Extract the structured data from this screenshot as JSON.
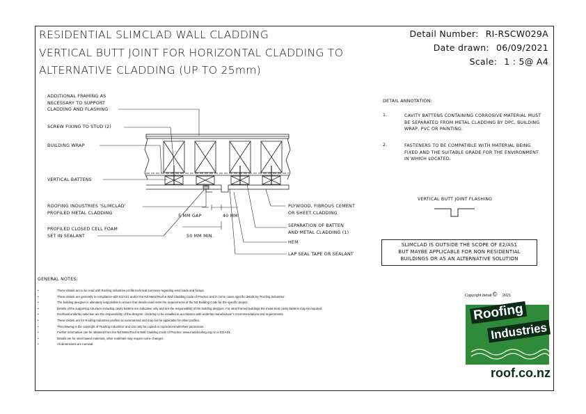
{
  "title": {
    "line1": "RESIDENTIAL SLIMCLAD WALL CLADDING",
    "line2": "VERTICAL BUTT JOINT FOR HORIZONTAL CLADDING TO",
    "line3": "ALTERNATIVE CLADDING (UP TO 25mm)"
  },
  "meta": {
    "detail_number_label": "Detail Number:",
    "detail_number": "RI-RSCW029A",
    "date_label": "Date drawn:",
    "date": "06/09/2021",
    "scale_label": "Scale:",
    "scale": "1 : 5@ A4"
  },
  "labels": {
    "additional_framing": [
      "ADDITIONAL FRAMING AS",
      "NECESSARY TO SUPPORT",
      "CLADDING AND FLASHING"
    ],
    "screw_fixing": "SCREW FIXING TO STUD (2)",
    "building_wrap": "BUILDING WRAP",
    "vertical_battens": "VERTICAL BATTENS",
    "slimclad": [
      "ROOFING INDUSTRIES 'SLIMCLAD'",
      "PROFILED METAL CLADDING"
    ],
    "foam": [
      "PROFILED CLOSED CELL FOAM",
      "SET IN SEALANT"
    ],
    "gap": "5 mm GAP",
    "dim_40": "40 mm",
    "dim_50": "50 mm min.",
    "plywood": [
      "PLYWOOD, FIBROUS CEMENT",
      "OR SHEET CLADDING"
    ],
    "separation": [
      "SEPARATION OF BATTEN",
      "AND METAL CLADDING (1)"
    ],
    "hem": "HEM",
    "lap_seal": "LAP SEAL TAPE OR SEALANT"
  },
  "annotation": {
    "title": "DETAIL ANNOTATION:",
    "items": [
      {
        "num": "1.",
        "text": "CAVITY BATTENS CONTAINING CORROSIVE MATERIAL MUST BE SEPARATED FROM METAL CLADDING BY DPC, BUILDING WRAP, PVC OR PAINTING."
      },
      {
        "num": "2.",
        "text": "FASTENERS TO BE COMPATIBLE WITH MATERIAL BEING FIXED AND THE SUITABLE GRADE FOR THE ENVIRONMENT IN WHICH LOCATED."
      }
    ]
  },
  "flashing_label": "VERTICAL BUTT JOINT FLASHING",
  "scope_note": [
    "SLIMCLAD IS OUTSIDE THE SCOPE OF E2/AS1",
    "BUT MAYBE APPLICABLE FOR NON RESIDENTIAL",
    "BUILDINGS OR AS AN ALTERNATIVE SOLUTION"
  ],
  "general_notes": {
    "title": "GENERAL NOTES:",
    "bullet": "•",
    "items": [
      "These details are to be read with Roofing Industries profile technical summary regarding wind loads and fixings.",
      "These details are generally in compliance with E2/AS1 and/or the NZ Metal Roof & Wall Cladding Code of Practice and in some cases specific details by 'Roofing Industries'.",
      "The building designer is ultimately responsible to ensure that details used meet the requirements of the NZ Building Code for the specific project.",
      "Details of the supporting structure including cavity battens are indicative only and are the responsibility of the building designer. For steel framed buildings the metal treat cavity battens may be required.",
      "Roof/wall underlay selection are the responsibility of the designer. Underlay to be installed in accordance with underlay manufacturer's recommendations and requirements.",
      "These details are for Roofing Industries profiles as summarised and may not be applicable for other profiles.",
      "This drawing is the copyright of 'Roofing Industries' and can only be copied or reproduced with their permission.",
      "Further information can be obtained from the NZ Metal Roof & Wall Cladding Code of Practice: www.metalroofing.org.nz or E2/AS1.",
      "Details are for steel based materials, other materials may require some changes.",
      "All dimensions are nominal."
    ]
  },
  "copyright": {
    "text": "Copyright detail",
    "symbol": "©",
    "year": "2021"
  },
  "logo": {
    "word1": "Roofing",
    "word2": "Industries",
    "url": "roof.co.nz"
  }
}
